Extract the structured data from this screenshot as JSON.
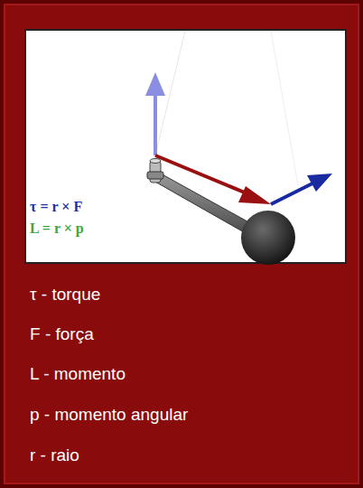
{
  "diagram": {
    "labels": [
      "τ = r × F",
      "L = r × p",
      "τ - torque",
      "F - força",
      "L - momento",
      "p - momento angular",
      "r - raio"
    ]
  }
}
